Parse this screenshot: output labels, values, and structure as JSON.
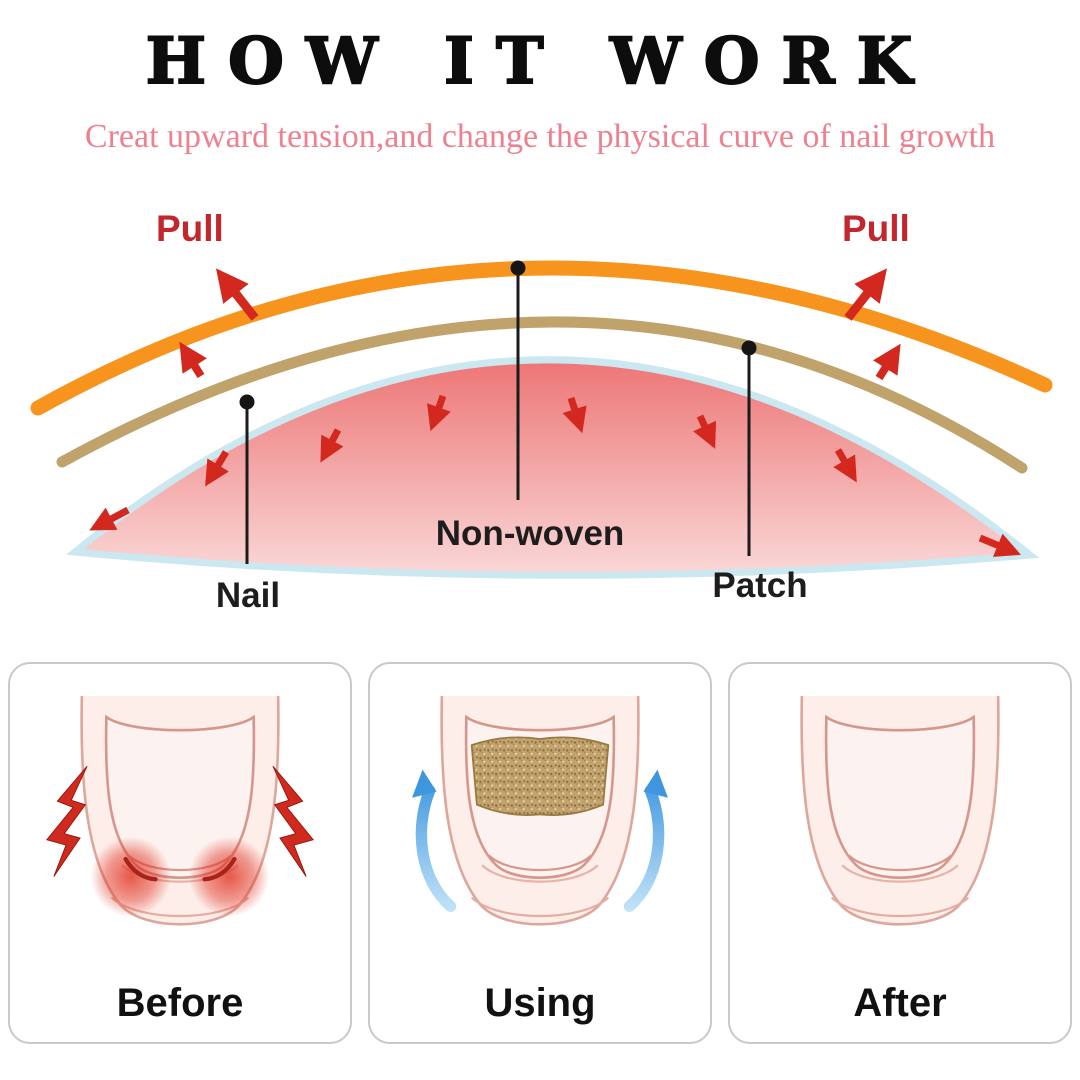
{
  "header": {
    "title": "HOW IT WORK",
    "subtitle": "Creat upward tension,and change the physical curve of nail growth"
  },
  "diagram": {
    "pull_left_label": "Pull",
    "pull_right_label": "Pull",
    "nonwoven_label": "Non-woven",
    "nail_label": "Nail",
    "patch_label": "Patch",
    "colors": {
      "patch_arc": "#f7941d",
      "nonwoven_arc": "#c0a26b",
      "nail_gradient_top": "#eb6868",
      "nail_gradient_bottom": "#fbdede",
      "nail_edge": "#cbe7ef",
      "arrow_red": "#d3281e",
      "pull_label_red": "#c1272d"
    }
  },
  "steps": {
    "items": [
      {
        "label": "Before"
      },
      {
        "label": "Using"
      },
      {
        "label": "After"
      }
    ],
    "colors": {
      "lift_arrow_blue_light": "#c3e3f8",
      "lift_arrow_blue_dark": "#3e96df",
      "patch_texture_tan": "#c2a36e",
      "pain_red": "#cf2a1d"
    }
  }
}
